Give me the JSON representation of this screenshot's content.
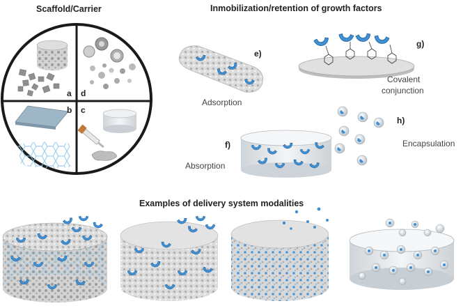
{
  "titles": {
    "scaffold": "Scaffold/Carrier",
    "immobilization": "Inmobilization/retention of growth factors",
    "examples": "Examples of delivery system modalities"
  },
  "quadrants": {
    "a": "a",
    "b": "b",
    "c": "c",
    "d": "d"
  },
  "methods": {
    "e": {
      "tag": "e)",
      "label": "Adsorption"
    },
    "f": {
      "tag": "f)",
      "label": "Absorption"
    },
    "g": {
      "tag": "g)",
      "label_line1": "Covalent",
      "label_line2": "conjunction"
    },
    "h": {
      "tag": "h)",
      "label": "Encapsulation"
    }
  },
  "colors": {
    "growth_factor": "#3f8fd2",
    "scaffold_gray": "#c9c9c9",
    "dark_outline": "#1a1a1a",
    "mesh_blue": "#8ec9ec"
  }
}
